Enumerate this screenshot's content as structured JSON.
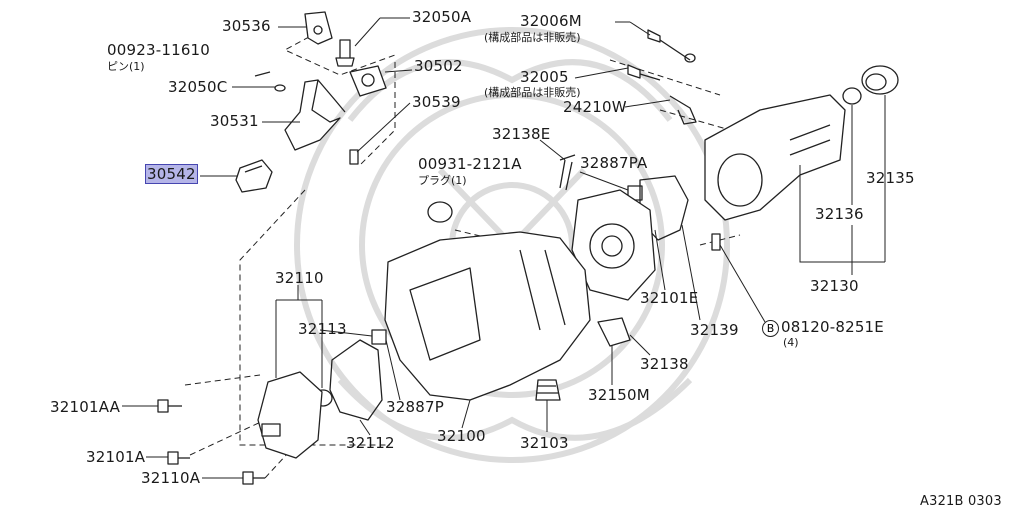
{
  "labels": {
    "p30536": "30536",
    "p32050A": "32050A",
    "p00923": "00923-11610",
    "p00923_sub": "ピン(1)",
    "p32050C": "32050C",
    "p30502": "30502",
    "p30531": "30531",
    "p30539": "30539",
    "p30542": "30542",
    "p32006M": "32006M",
    "p32006M_sub": "(構成部品は非販売)",
    "p32005": "32005",
    "p32005_sub": "(構成部品は非販売)",
    "p24210W": "24210W",
    "p32138E": "32138E",
    "p32887PA": "32887PA",
    "p00931": "00931-2121A",
    "p00931_sub": "プラグ(1)",
    "p32135": "32135",
    "p32136": "32136",
    "p32130": "32130",
    "p32101E": "32101E",
    "p32139": "32139",
    "p08120_b": "B",
    "p08120": "08120-8251E",
    "p08120_sub": "(4)",
    "p32110": "32110",
    "p32113": "32113",
    "p32138": "32138",
    "p32150M": "32150M",
    "p32101AA": "32101AA",
    "p32887P": "32887P",
    "p32112": "32112",
    "p32100": "32100",
    "p32103": "32103",
    "p32101A": "32101A",
    "p32110A": "32110A",
    "code": "A321B 0303"
  },
  "highlight_color": "#b5b5e8"
}
